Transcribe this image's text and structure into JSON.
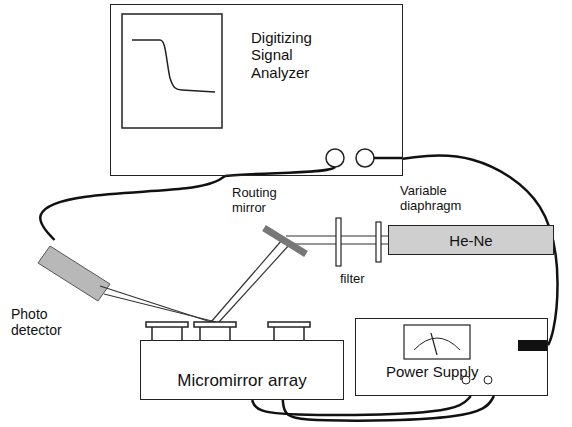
{
  "diagram": {
    "nodes": [
      {
        "text": [
          "Digitizing Signal Analyzer"
        ]
      },
      {
        "text": [
          "He-Ne"
        ]
      },
      {
        "text": [
          "Photo detector"
        ]
      },
      {
        "text": [
          "Power Supply"
        ]
      },
      {
        "text": [
          "Micromirror array"
        ]
      }
    ],
    "edges": [
      {
        "from": 2,
        "to": 0,
        "arrow": "none"
      },
      {
        "from": 0,
        "to": 3,
        "arrow": "none"
      },
      {
        "from": 3,
        "to": 4,
        "arrow": "none"
      },
      {
        "from": 3,
        "to": 4,
        "arrow": "none"
      }
    ],
    "labels": [
      "Routing mirror",
      "Variable diaphragm",
      "filter"
    ]
  }
}
